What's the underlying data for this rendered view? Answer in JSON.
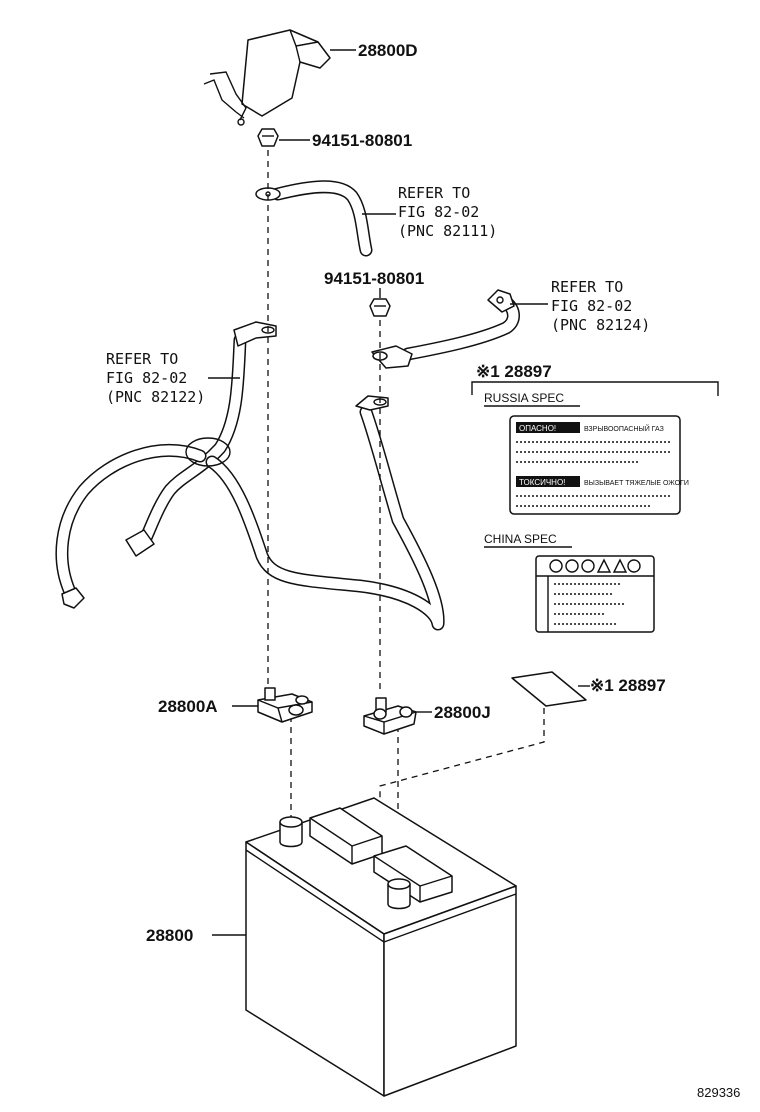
{
  "labels": {
    "p28800d": "28800D",
    "nut_top": "94151-80801",
    "refer1": [
      "REFER TO",
      "FIG 82-02",
      "(PNC 82111)"
    ],
    "nut_mid": "94151-80801",
    "refer2": [
      "REFER TO",
      "FIG 82-02",
      "(PNC 82124)"
    ],
    "refer3": [
      "REFER TO",
      "FIG 82-02",
      "(PNC 82122)"
    ],
    "label_set": "※1 28897",
    "russia_spec": "RUSSIA SPEC",
    "russia_warn1": "ОПАСНО!",
    "russia_warn2": "ВЗРЫВООПАСНЫЙ ГАЗ",
    "russia_warn3": "ТОКСИЧНО!",
    "russia_warn4": "ВЫЗЫВАЕТ ТЯЖЕЛЫЕ ОЖОГИ",
    "china_spec": "CHINA SPEC",
    "p28800a": "28800A",
    "p28800j": "28800J",
    "label_single": "※1 28897",
    "p28800": "28800",
    "fig_no": "829336"
  }
}
